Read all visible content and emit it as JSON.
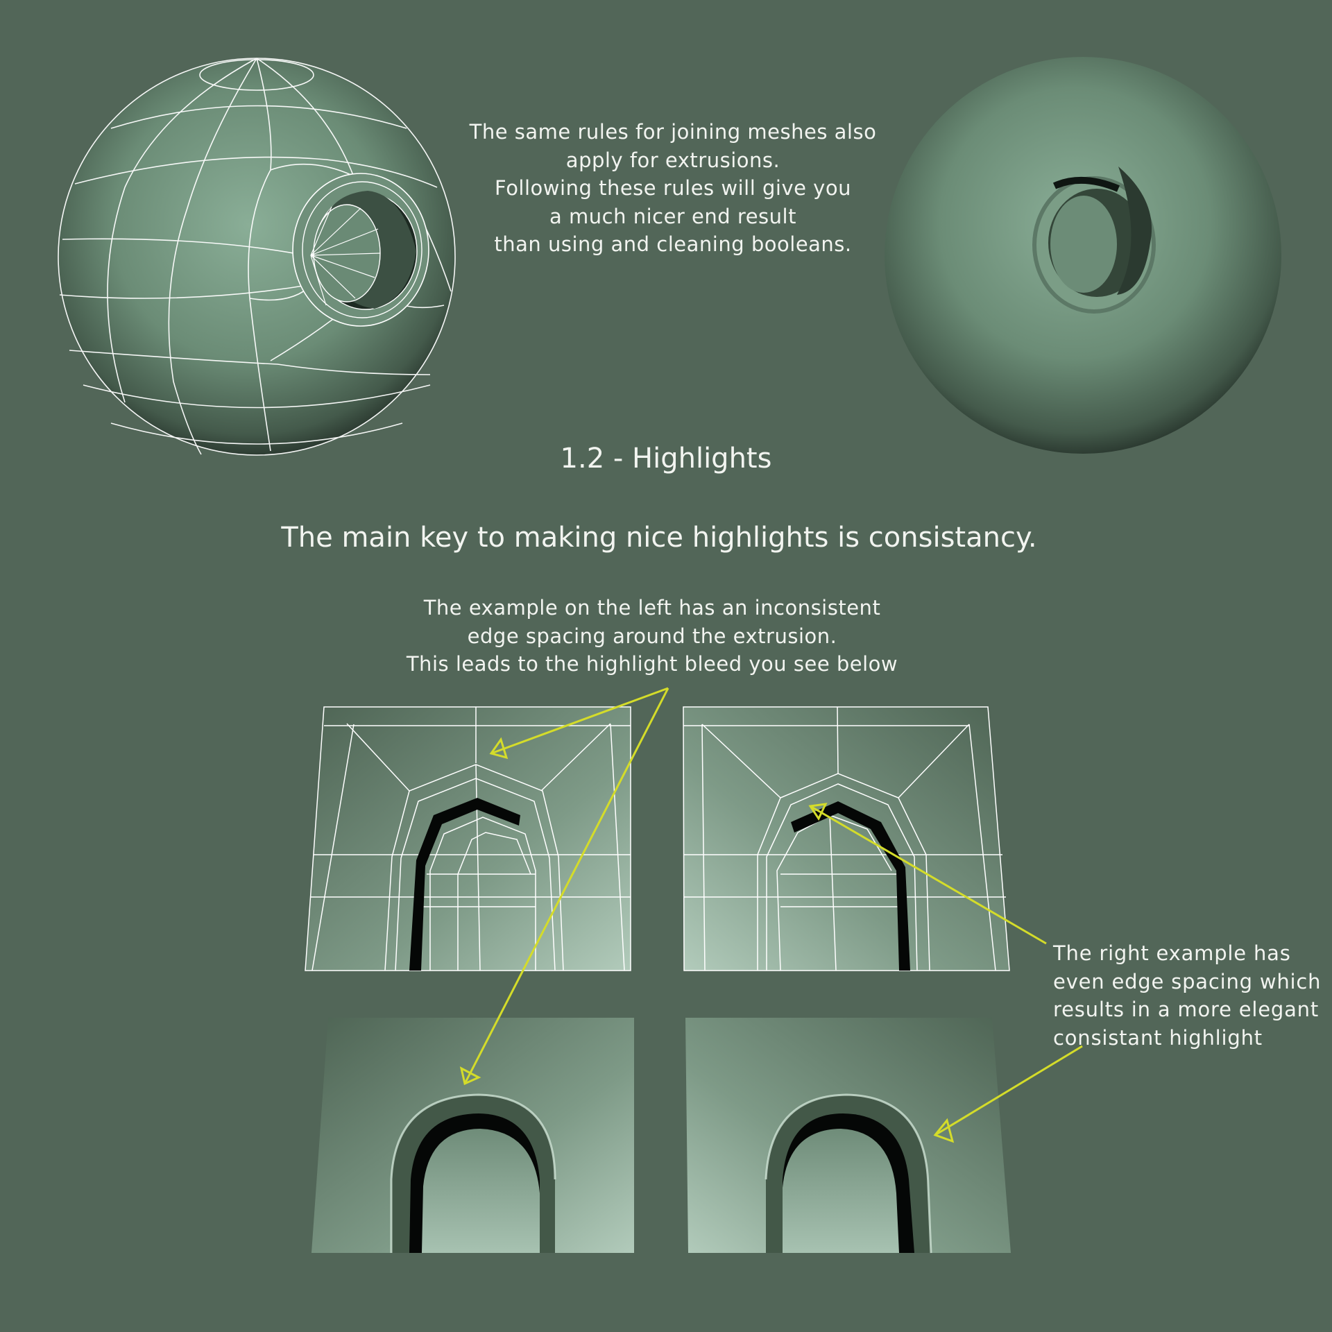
{
  "intro": {
    "text": "The same rules for joining meshes also\napply for extrusions.\nFollowing these rules will give you\na much nicer end result\nthan using and cleaning booleans."
  },
  "section": {
    "title": "1.2 - Highlights",
    "key_line": "The main key to making nice highlights is consistancy."
  },
  "notes": {
    "left": "The example on the left has an inconsistent\nedge spacing around the extrusion.\nThis leads to the highlight bleed you see below",
    "right": "The right example has\neven edge spacing which\nresults in a more elegant\nconsistant highlight"
  },
  "figures": {
    "sphere_wireframe": "sphere-with-extrusion-wireframe",
    "sphere_smooth": "sphere-with-extrusion-smooth",
    "panel_top_left": "inconsistent-edge-spacing-wireframe",
    "panel_top_right": "even-edge-spacing-wireframe",
    "panel_bottom_left": "inconsistent-highlight-render",
    "panel_bottom_right": "consistent-highlight-render"
  },
  "colors": {
    "background": "#526658",
    "text": "#f2f4f0",
    "arrow": "#d4dc2a",
    "wire": "#ffffff",
    "surface_light": "#8fb09a",
    "surface_dark": "#2c3a31"
  }
}
